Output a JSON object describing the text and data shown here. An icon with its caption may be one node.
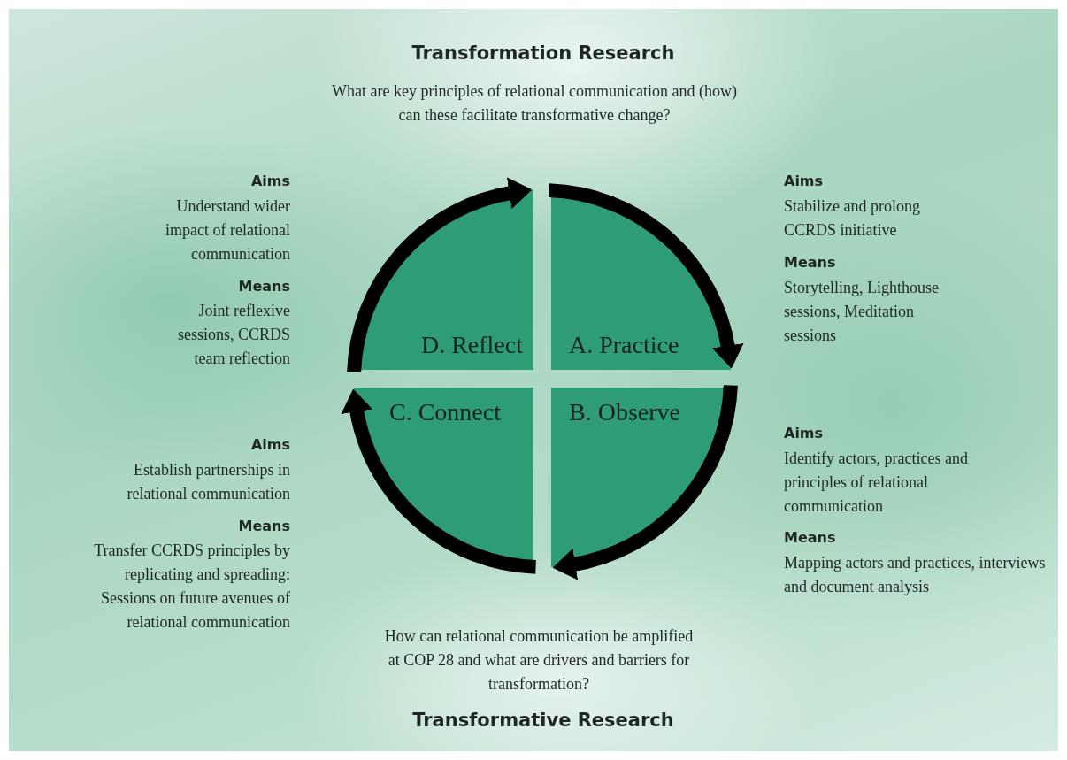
{
  "diagram": {
    "title": "Transformation Research",
    "nodes": [
      {
        "text": [
          "D. Reflect"
        ]
      },
      {
        "text": [
          "A. Practice"
        ]
      },
      {
        "text": [
          "C. Connect"
        ]
      },
      {
        "text": [
          "B. Observe"
        ]
      }
    ],
    "edges": [
      {
        "from": 0,
        "to": 1,
        "arrow": "to"
      },
      {
        "from": 1,
        "to": 3,
        "arrow": "to"
      },
      {
        "from": 3,
        "to": 2,
        "arrow": "to"
      },
      {
        "from": 2,
        "to": 0,
        "arrow": "to"
      }
    ],
    "labels": [
      "What are key principles of relational communication and (how) can these facilitate transformative change?",
      "Aims",
      "Understand wider impact of relational communication",
      "Means",
      "Joint reflexive sessions, CCRDS team reflection",
      "Aims",
      "Stabilize and prolong CCRDS initiative",
      "Means",
      "Storytelling, Lighthouse sessions, Meditation sessions",
      "Aims",
      "Establish partnerships in relational communication",
      "Means",
      "Transfer CCRDS principles by replicating and spreading: Sessions on future avenues of relational communication",
      "Aims",
      "Identify actors, practices and principles of relational communication",
      "Means",
      "Mapping actors and practices, interviews and document analysis",
      "How can relational communication be amplified at COP 28 and what are drivers and barriers for transformation?",
      "Transformative Research"
    ]
  }
}
